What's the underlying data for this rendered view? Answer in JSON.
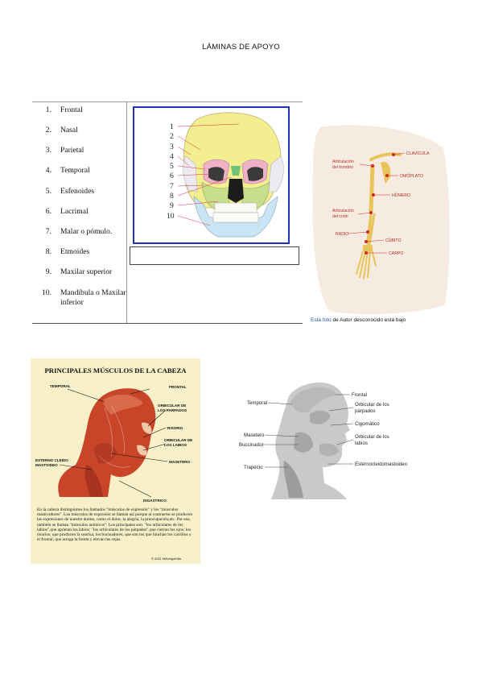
{
  "page": {
    "title": "LÁMINAS DE APOYO"
  },
  "skull": {
    "bones": [
      {
        "num": "1.",
        "name": "Frontal"
      },
      {
        "num": "2.",
        "name": "Nasal"
      },
      {
        "num": "3.",
        "name": "Parietal"
      },
      {
        "num": "4.",
        "name": "Temporal"
      },
      {
        "num": "5.",
        "name": "Esfenoides"
      },
      {
        "num": "6.",
        "name": "Lacrimal"
      },
      {
        "num": "7.",
        "name": "Malar o pómulo."
      },
      {
        "num": "8.",
        "name": "Etmoides"
      },
      {
        "num": "9.",
        "name": "Maxilar superior"
      },
      {
        "num": "10.",
        "name": "Mandíbula o Maxilar inferior"
      }
    ],
    "callouts": [
      "1",
      "2",
      "3",
      "4",
      "5",
      "6",
      "7",
      "8",
      "9",
      "10"
    ],
    "frame_color": "#2530b8"
  },
  "arm": {
    "labels": {
      "clavicula": "CLAVÍCULA",
      "hombro": [
        "Articulación",
        "del hombro"
      ],
      "omoplato": "OMÓPLATO",
      "humero": "HÚMERO",
      "codo": [
        "Articulación",
        "del codo"
      ],
      "radio": "RADIO",
      "cubito": "CÚBITO",
      "carpo": "CARPO"
    },
    "caption": {
      "link": "Esta foto",
      "text": " de Autor desconocido está bajo"
    }
  },
  "muscles_poster": {
    "title": "PRINCIPALES MÚSCULOS DE LA CABEZA",
    "labels": {
      "temporal": "TEMPORAL",
      "frontal": "FRONTAL",
      "orbicular_parpados": [
        "ORBICULAR DE",
        "LOS PARPADOS"
      ],
      "risorio": "RISORIO",
      "orbicular_labios": [
        "ORBICULAR DE",
        "LOS LABIOS"
      ],
      "esterno": [
        "ESTERNO CLEIDO",
        "MASTOIDEO"
      ],
      "masetero": "MASETERO",
      "digastrico": "DIGASTRICO"
    },
    "text": "En la cabeza distinguimos los llamados \"músculos de expresión\" y los \"músculos masticadores\". Los músculos de expresión se llaman así porque al contraerse se producen las expresiones de nuestro ánimo, como el dolor, la alegría, la preocupación,etc. Por eso, también se llaman \"músculos anímicos\". Los principales son: \"los orbiculares de los labios\",que aprietan los labios; \"los orbiculares de los párpados\",que cierran los ojos; los risorios, que producen la sonrisa; los bucinadores, que son los que hinchan los carrillos y el frontal, que arruga la frente y elevan las cejas.",
    "copyright": "© 2011 MiAmigoKids",
    "bg_color": "#f7f0c8",
    "muscle_color": "#c8452a"
  },
  "head_muscles": {
    "labels": {
      "temporal": "Temporal",
      "masetero": "Masetero",
      "buccinador": "Buccinador",
      "trapecio": "Trapecio",
      "frontal": "Frontal",
      "orbicular_parpados": [
        "Orbicular de los",
        "párpados"
      ],
      "cigomatico": "Cigomático",
      "orbicular_labios": [
        "Orbicular de los",
        "labios"
      ],
      "esterno": "Esternocleidomastoideo"
    }
  }
}
